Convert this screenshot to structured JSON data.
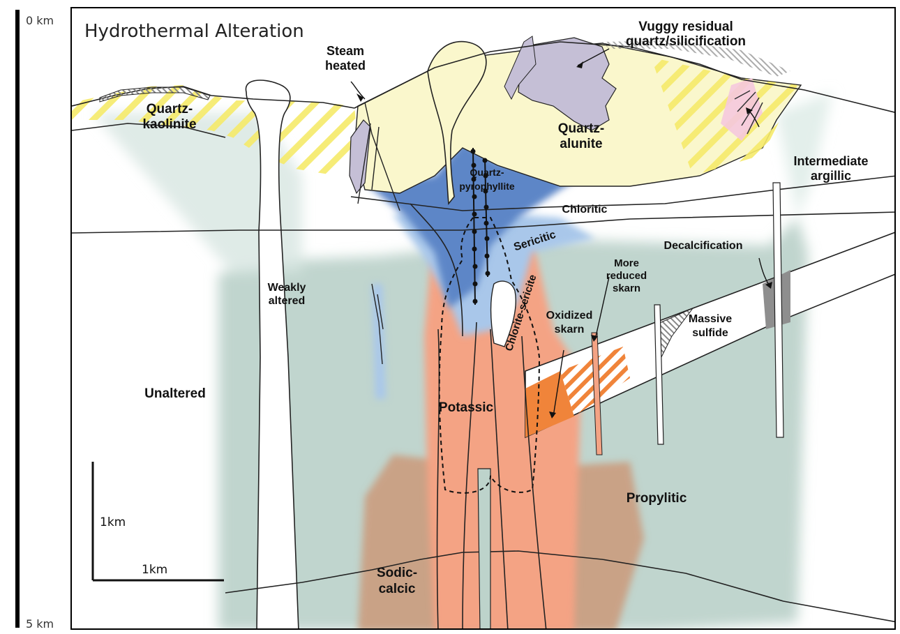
{
  "title": "Hydrothermal Alteration",
  "depth_axis": {
    "top_label": "0 km",
    "bottom_label": "5 km"
  },
  "scale_bar": {
    "vertical_label": "1km",
    "horizontal_label": "1km"
  },
  "labels": {
    "vuggy_1": "Vuggy residual",
    "vuggy_2": "quartz/silicification",
    "steam_1": "Steam",
    "steam_2": "heated",
    "qk_1": "Quartz-",
    "qk_2": "kaolinite",
    "qa_1": "Quartz-",
    "qa_2": "alunite",
    "ia_1": "Intermediate",
    "ia_2": "argillic",
    "qp_1": "Quartz-",
    "qp_2": "pyrophyllite",
    "chloritic": "Chloritic",
    "sericitic": "Sericitic",
    "decalcification": "Decalcification",
    "mrs_1": "More",
    "mrs_2": "reduced",
    "mrs_3": "skarn",
    "wa_1": "Weakly",
    "wa_2": "altered",
    "chlorite_sericite": "Chlorite-sericite",
    "os_1": "Oxidized",
    "os_2": "skarn",
    "ms_1": "Massive",
    "ms_2": "sulfide",
    "unaltered": "Unaltered",
    "potassic": "Potassic",
    "propylitic": "Propylitic",
    "sc_1": "Sodic-",
    "sc_2": "calcic"
  },
  "colors": {
    "propylitic": "#bdd3cb",
    "potassic": "#f4a384",
    "sodic_calcic": "#c9a286",
    "quartz_alunite": "#faf7cc",
    "quartz_pyrophyllite": "#5d86c7",
    "sericitic": "#a9c7ea",
    "vuggy_silica": "#c5bfd6",
    "quartz_kaolinite_hatch": "#f6ea6a",
    "intermediate_argillic": "#f5c8de",
    "oxidized_skarn": "#f0843a",
    "decalcification": "#8e8e8e"
  }
}
